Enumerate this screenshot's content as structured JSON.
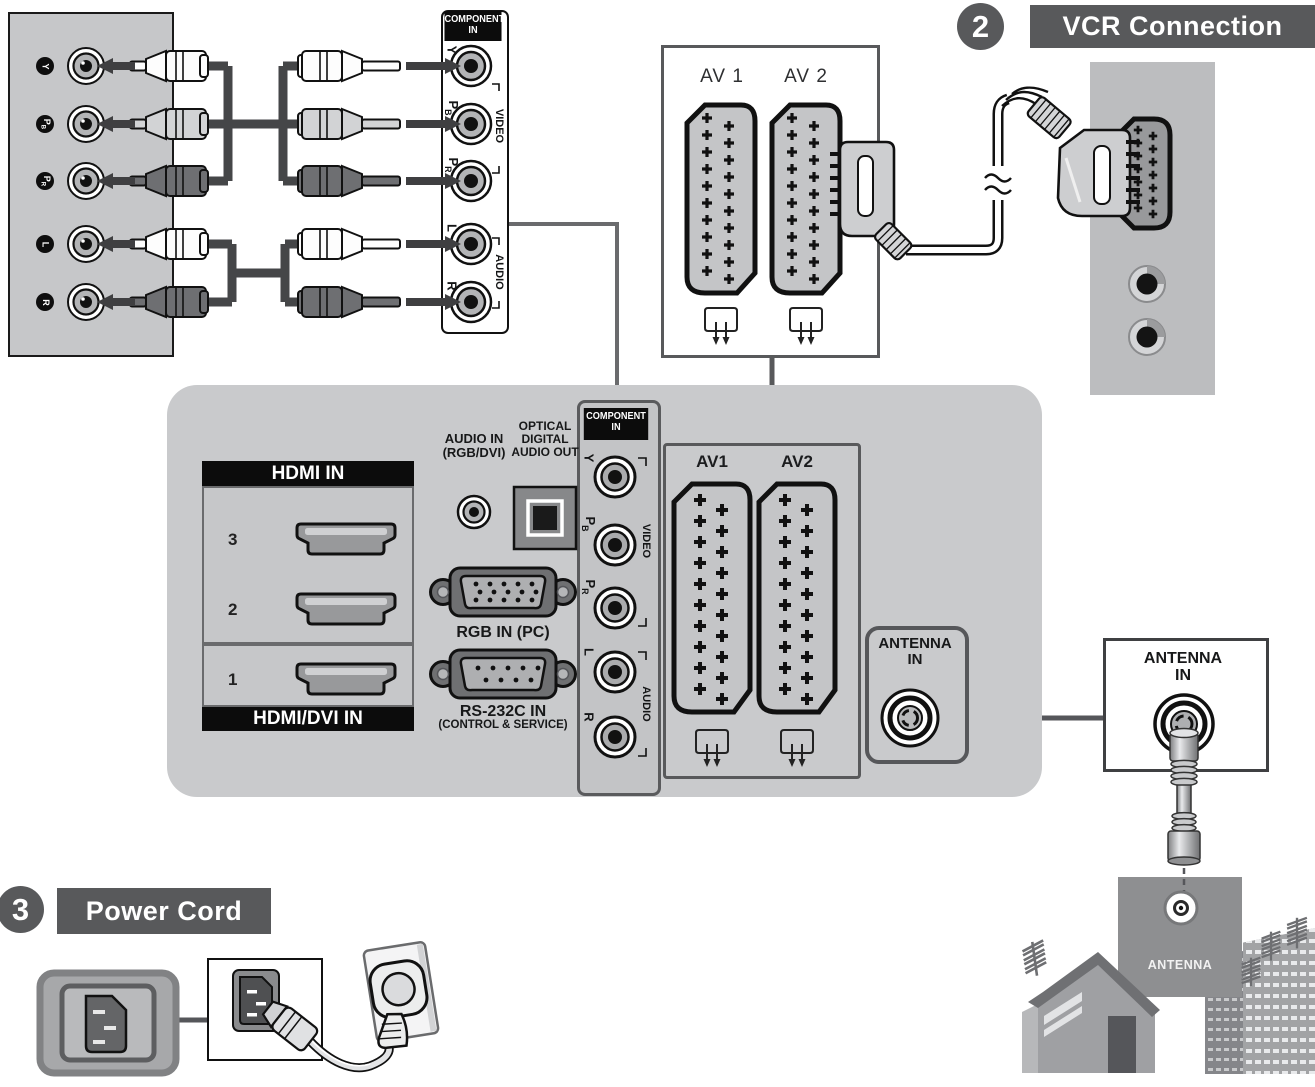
{
  "sections": {
    "vcr": {
      "number": "2",
      "title": "VCR Connection"
    },
    "power": {
      "number": "3",
      "title": "Power Cord"
    }
  },
  "rca": {
    "y": {
      "main": "Y",
      "sub": ""
    },
    "pb": {
      "main": "P",
      "sub": "B"
    },
    "pr": {
      "main": "P",
      "sub": "R"
    },
    "l": {
      "main": "L",
      "sub": ""
    },
    "r": {
      "main": "R",
      "sub": ""
    },
    "video": "VIDEO",
    "audio": "AUDIO"
  },
  "component_panel": {
    "header_line1": "COMPONENT",
    "header_line2": "IN"
  },
  "av_top": {
    "av1": "AV 1",
    "av2": "AV 2"
  },
  "av_back": {
    "av1": "AV1",
    "av2": "AV2"
  },
  "hdmi": {
    "header": "HDMI IN",
    "ports": [
      "3",
      "2",
      "1"
    ],
    "footer": "HDMI/DVI IN"
  },
  "audio_in": {
    "line1": "AUDIO IN",
    "line2": "(RGB/DVI)"
  },
  "optical": {
    "line1": "OPTICAL",
    "line2": "DIGITAL",
    "line3": "AUDIO OUT"
  },
  "rgb": {
    "label": "RGB IN (PC)"
  },
  "rs232": {
    "line1": "RS-232C IN",
    "line2": "(CONTROL & SERVICE)"
  },
  "antenna_back": {
    "line1": "ANTENNA",
    "line2": "IN"
  },
  "antenna_ext": {
    "line1": "ANTENNA",
    "line2": "IN"
  },
  "wall_plate": {
    "label": "ANTENNA"
  },
  "colors": {
    "accent": "#58595B",
    "panel_gray": "#C9CACC",
    "black": "#111111"
  }
}
